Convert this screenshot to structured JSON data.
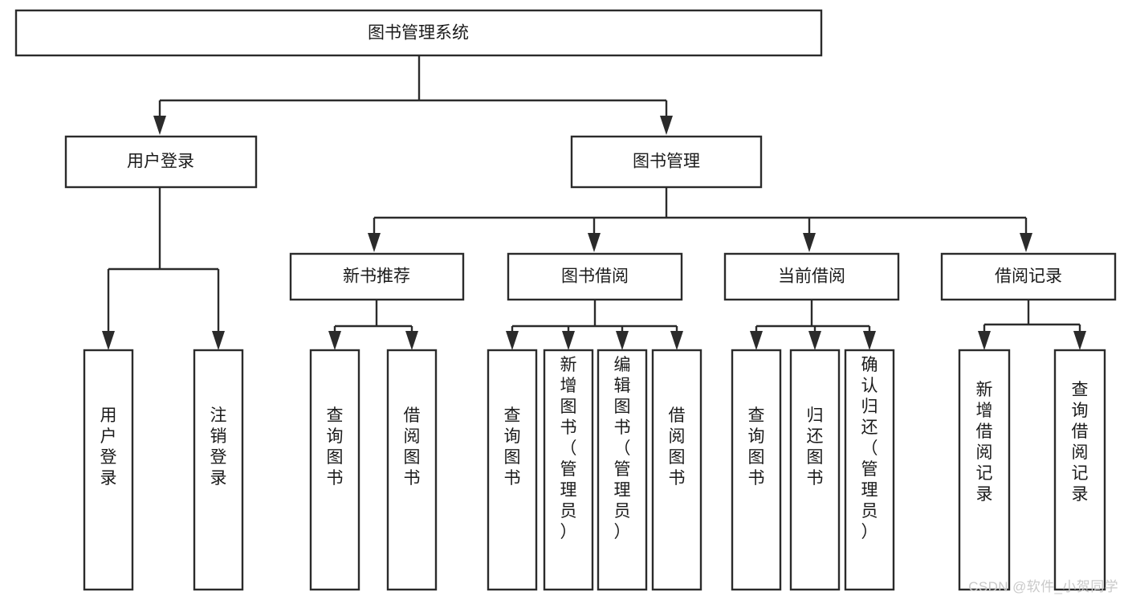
{
  "diagram": {
    "type": "tree-hierarchy",
    "title": "图书管理系统",
    "watermark": "CSDN @软件_小贺同学",
    "colors": {
      "stroke": "#2b2b2b",
      "fill": "#ffffff",
      "text": "#1b1b1b",
      "watermark": "#c9c9c9",
      "background": "#ffffff"
    },
    "levels": {
      "root": {
        "label": "图书管理系统"
      },
      "level1": [
        {
          "label": "用户登录"
        },
        {
          "label": "图书管理"
        }
      ],
      "level2": [
        {
          "label": "新书推荐"
        },
        {
          "label": "图书借阅"
        },
        {
          "label": "当前借阅"
        },
        {
          "label": "借阅记录"
        }
      ],
      "leaves": [
        {
          "label": "用户登录",
          "parent": "用户登录"
        },
        {
          "label": "注销登录",
          "parent": "用户登录"
        },
        {
          "label": "查询图书",
          "parent": "新书推荐"
        },
        {
          "label": "借阅图书",
          "parent": "新书推荐"
        },
        {
          "label": "查询图书",
          "parent": "图书借阅"
        },
        {
          "label": "新增图书（管理员）",
          "parent": "图书借阅"
        },
        {
          "label": "编辑图书（管理员）",
          "parent": "图书借阅"
        },
        {
          "label": "借阅图书",
          "parent": "图书借阅"
        },
        {
          "label": "查询图书",
          "parent": "当前借阅"
        },
        {
          "label": "归还图书",
          "parent": "当前借阅"
        },
        {
          "label": "确认归还（管理员）",
          "parent": "当前借阅"
        },
        {
          "label": "新增借阅记录",
          "parent": "借阅记录"
        },
        {
          "label": "查询借阅记录",
          "parent": "借阅记录"
        }
      ]
    }
  }
}
